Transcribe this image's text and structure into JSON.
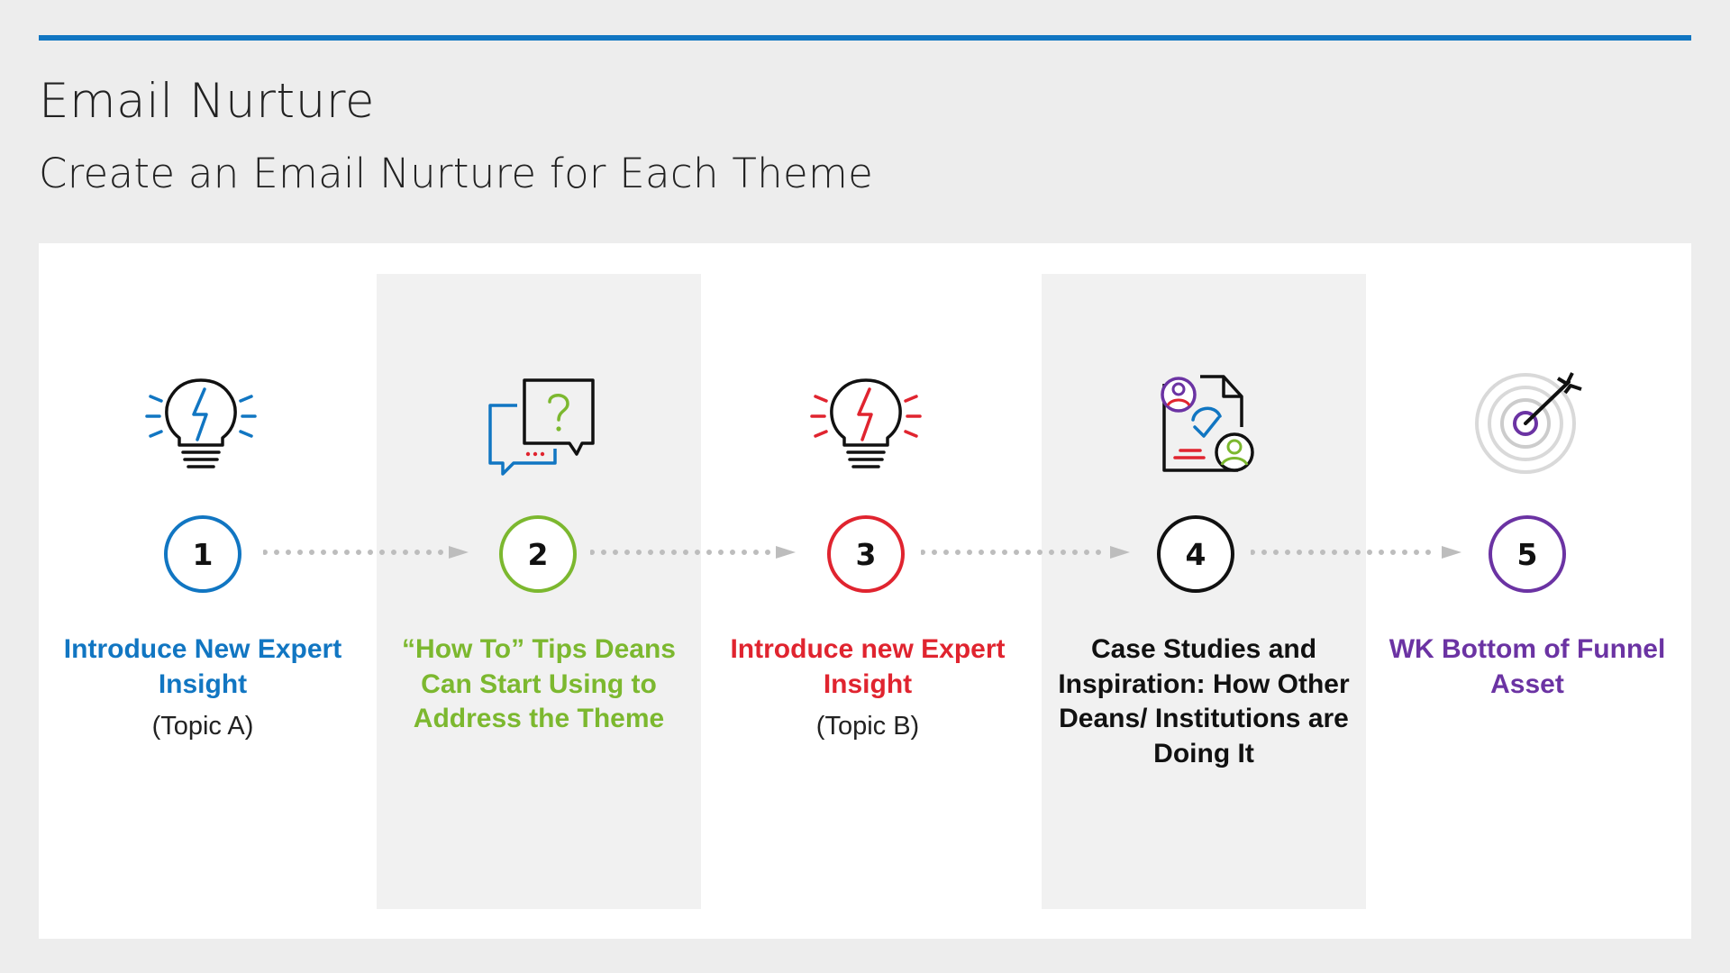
{
  "header": {
    "title": "Email Nurture",
    "subtitle": "Create an Email Nurture for Each Theme"
  },
  "colors": {
    "rule": "#1176c2",
    "step1": "#1176c2",
    "step2": "#7cb82f",
    "step3": "#e0242f",
    "step4": "#111111",
    "step5": "#6b33a3",
    "connector": "#bdbdbd"
  },
  "steps": [
    {
      "number": "1",
      "icon": "lightbulb-bolt-icon",
      "label": "Introduce New Expert Insight",
      "sub": "(Topic A)"
    },
    {
      "number": "2",
      "icon": "chat-question-icon",
      "label": "“How To” Tips Deans Can Start Using to Address the Theme",
      "sub": ""
    },
    {
      "number": "3",
      "icon": "lightbulb-bolt-icon",
      "label": "Introduce new Expert Insight",
      "sub": "(Topic B)"
    },
    {
      "number": "4",
      "icon": "case-study-document-icon",
      "label": "Case Studies and Inspiration: How Other Deans/ Institutions are Doing It",
      "sub": ""
    },
    {
      "number": "5",
      "icon": "target-arrow-icon",
      "label": "WK Bottom of Funnel Asset",
      "sub": ""
    }
  ]
}
